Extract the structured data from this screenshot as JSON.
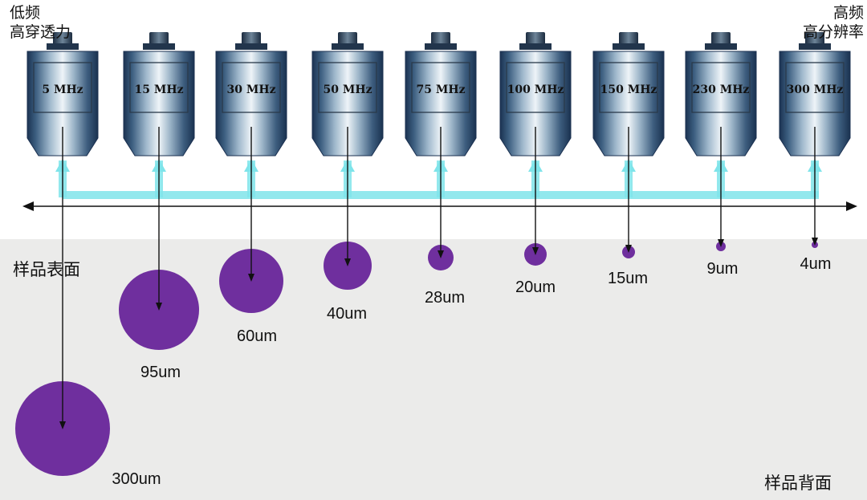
{
  "labels": {
    "low_freq_line1": "低频",
    "low_freq_line2": "高穿透力",
    "high_freq_line1": "高频",
    "high_freq_line2": "高分辨率",
    "sample_surface": "样品表面",
    "sample_back": "样品背面"
  },
  "transducers": [
    {
      "frequency": "5 MHz",
      "spot_size": "300um"
    },
    {
      "frequency": "15 MHz",
      "spot_size": "95um"
    },
    {
      "frequency": "30 MHz",
      "spot_size": "60um"
    },
    {
      "frequency": "50 MHz",
      "spot_size": "40um"
    },
    {
      "frequency": "75 MHz",
      "spot_size": "28um"
    },
    {
      "frequency": "100 MHz",
      "spot_size": "20um"
    },
    {
      "frequency": "150 MHz",
      "spot_size": "15um"
    },
    {
      "frequency": "230 MHz",
      "spot_size": "9um"
    },
    {
      "frequency": "300 MHz",
      "spot_size": "4um"
    }
  ],
  "colors": {
    "sample_region": "#ebebea",
    "spot": "#6f2f9e",
    "beam": "#7fe4ea",
    "transducer_dark": "#1d3552",
    "transducer_light": "#e9f0f6",
    "axis": "#111111"
  }
}
